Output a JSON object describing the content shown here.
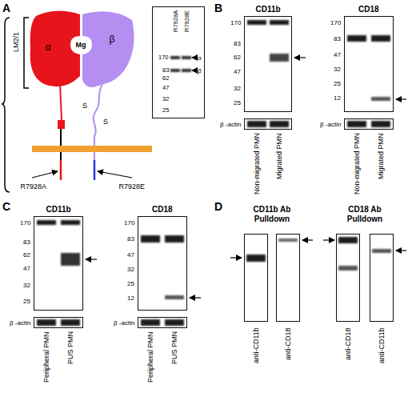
{
  "diagram": {
    "nodes": [
      {
        "text": [
          "R7928A",
          "R7928E",
          "170",
          "83",
          "62",
          "47",
          "32",
          "25",
          "α",
          "β"
        ]
      },
      {
        "text": [
          "CD11b"
        ]
      },
      {
        "text": [
          "β -actin"
        ]
      },
      {
        "text": [
          "CD18"
        ]
      },
      {
        "text": [
          "β -actin"
        ]
      },
      {
        "text": [
          "CD11b"
        ]
      },
      {
        "text": [
          "β -actin"
        ]
      },
      {
        "text": [
          "CD18"
        ]
      },
      {
        "text": [
          "β -actin"
        ]
      },
      {
        "text": [
          "anti-CD11b"
        ]
      },
      {
        "text": [
          "anti-CD18"
        ]
      },
      {
        "text": [
          "anti-CD18"
        ]
      },
      {
        "text": [
          "anti-CD11b"
        ]
      }
    ],
    "labels": [
      "A",
      "B",
      "C",
      "D",
      "LM2/1",
      "Mg",
      "α",
      "β",
      "S",
      "S",
      "R7928A",
      "R7928E",
      "170",
      "83",
      "62",
      "47",
      "32",
      "25",
      "170",
      "83",
      "47",
      "32",
      "25",
      "12",
      "Non-migrated PMN",
      "Migrated PMN",
      "Non-migrated PMN",
      "Migrated PMN",
      "170",
      "83",
      "62",
      "47",
      "32",
      "25",
      "170",
      "83",
      "47",
      "32",
      "25",
      "12",
      "Peripheral PMN",
      "PUS PMN",
      "Peripheral PMN",
      "PUS PMN",
      "CD11b Ab Pulldown",
      "CD18 Ab Pulldown"
    ]
  }
}
